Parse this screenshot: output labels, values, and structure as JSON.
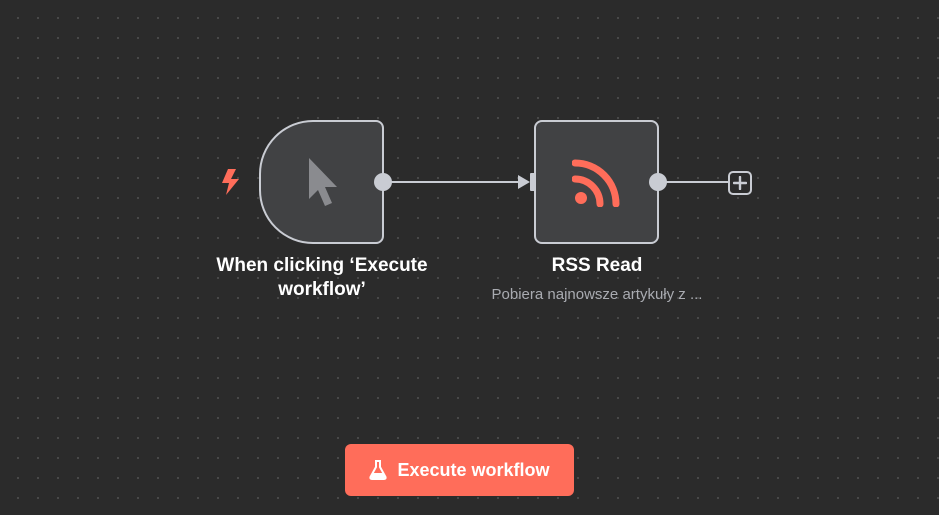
{
  "colors": {
    "canvas_bg": "#2b2b2b",
    "node_bg": "#414244",
    "node_border": "#c9ccd3",
    "accent": "#ff6d5a",
    "label_text": "#ffffff",
    "subtitle_text": "#a9abb1"
  },
  "nodes": {
    "trigger": {
      "label": "When clicking ‘Execute workflow’",
      "icon": "mouse-pointer-icon",
      "badge_icon": "lightning-bolt-icon"
    },
    "rss": {
      "label": "RSS Read",
      "subtitle": "Pobiera najnowsze artykuły z ...",
      "icon": "rss-icon"
    }
  },
  "add_node": {
    "icon": "plus-icon"
  },
  "execute_button": {
    "label": "Execute workflow",
    "icon": "flask-icon"
  }
}
